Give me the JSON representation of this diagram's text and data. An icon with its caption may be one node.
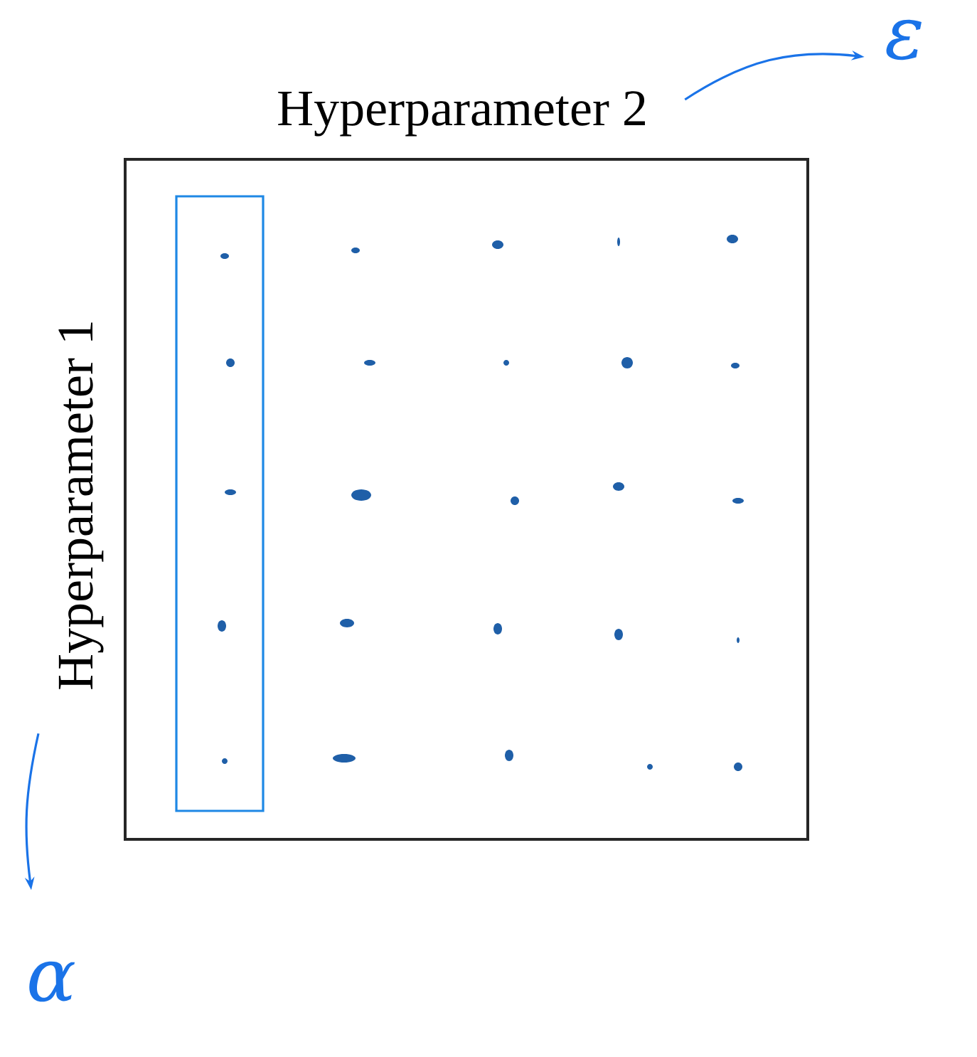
{
  "diagram": {
    "nodes": [
      {
        "text": [
          "Hyperparameter 2"
        ]
      },
      {
        "text": [
          "ε"
        ]
      },
      {
        "text": [
          "Hyperparameter 1"
        ]
      },
      {
        "text": [
          "α"
        ]
      }
    ],
    "edges": [
      {
        "from": 0,
        "to": 1,
        "arrow": "to",
        "color": "#1a73e8"
      },
      {
        "from": 2,
        "to": 3,
        "arrow": "to",
        "color": "#1a73e8"
      }
    ]
  }
}
